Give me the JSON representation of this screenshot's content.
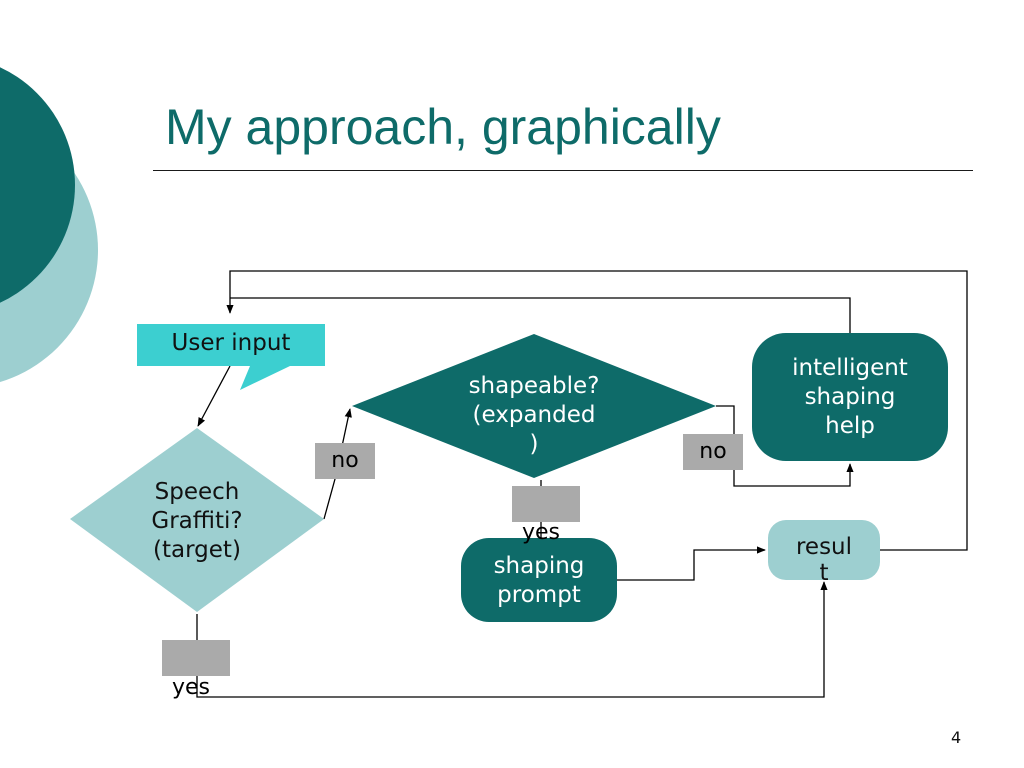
{
  "slide": {
    "title": "My approach, graphically",
    "page_number": "4"
  },
  "diagram": {
    "user_input": "User input",
    "speech_graffiti": [
      "Speech",
      "Graffiti?",
      "(target)"
    ],
    "shapeable": [
      "shapeable?",
      "(expanded",
      ")"
    ],
    "intelligent_help": [
      "intelligent",
      "shaping",
      "help"
    ],
    "shaping_prompt": [
      "shaping",
      "prompt"
    ],
    "result": [
      "resul",
      "t"
    ],
    "no_label_1": "no",
    "no_label_2": "no",
    "yes_label_1": "yes",
    "yes_label_2": "yes"
  },
  "colors": {
    "title": "#0e6b69",
    "dark_teal": "#0e6b69",
    "light_teal": "#9dcfd0",
    "callout": "#3ccfd0",
    "label_box": "#aaaaaa"
  }
}
